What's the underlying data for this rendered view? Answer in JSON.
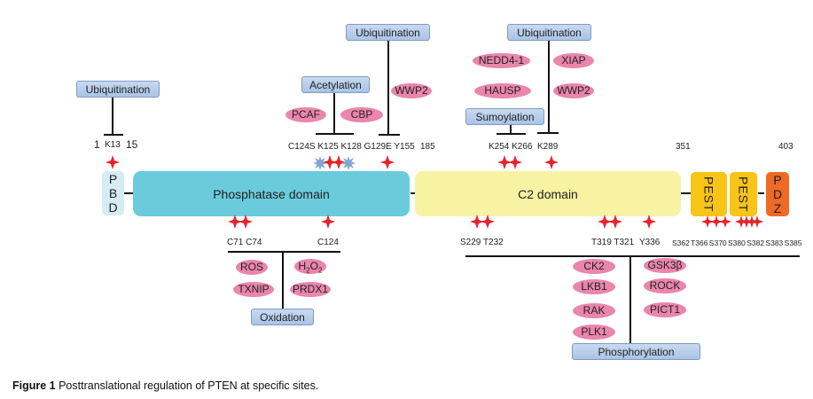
{
  "modifications": {
    "ubiquitination_k13": "Ubiquitination",
    "acetylation": "Acetylation",
    "ubiquitination_y155": "Ubiquitination",
    "ubiquitination_k289": "Ubiquitination",
    "sumoylation": "Sumoylation",
    "oxidation": "Oxidation",
    "phosphorylation": "Phosphorylation"
  },
  "enzymes": {
    "acetylation": [
      "PCAF",
      "CBP"
    ],
    "ubiquitination_y155": [
      "WWP2"
    ],
    "ubiquitination_k289": [
      "NEDD4-1",
      "XIAP",
      "HAUSP",
      "WWP2"
    ],
    "oxidation": [
      "ROS",
      "H2O2",
      "TXNIP",
      "PRDX1"
    ],
    "phosphorylation_left": [
      "CK2",
      "LKB1",
      "RAK",
      "PLK1"
    ],
    "phosphorylation_right": [
      "GSK3β",
      "ROCK",
      "PICT1"
    ]
  },
  "h2o2": {
    "h": "H",
    "sub1": "2",
    "o": "O",
    "sub2": "2"
  },
  "positions": {
    "start": "1",
    "k13": "K13",
    "p15": "15",
    "top_mid": "C124S K125 K128 G129E Y155",
    "p185": "185",
    "k254_k266": "K254 K266",
    "k289": "K289",
    "p351": "351",
    "p403": "403"
  },
  "bottom_sites": {
    "c71_c74": "C71 C74",
    "c124": "C124",
    "s229_t232": "S229 T232",
    "t319_t321": "T319 T321",
    "y336": "Y336",
    "pest_sites": "S362 T366 S370  S380 S382 S383 S385"
  },
  "domains": {
    "pbd": [
      "P",
      "B",
      "D"
    ],
    "phosphatase": "Phosphatase domain",
    "c2": "C2 domain",
    "pest1": "PEST",
    "pest2": "PEST",
    "pdz": [
      "P",
      "D",
      "Z"
    ]
  },
  "colors": {
    "pbd": "#d6ecf5",
    "phosphatase": "#6acbdc",
    "c2": "#f8f2a3",
    "pest": "#f9c418",
    "pdz": "#ef6a25",
    "site_marker": "#e8222a",
    "acetyl_marker": "#7fa7d6",
    "enzyme": "#ea85ac"
  },
  "caption": {
    "label": "Figure 1",
    "text": " Posttranslational regulation of PTEN at specific sites."
  }
}
